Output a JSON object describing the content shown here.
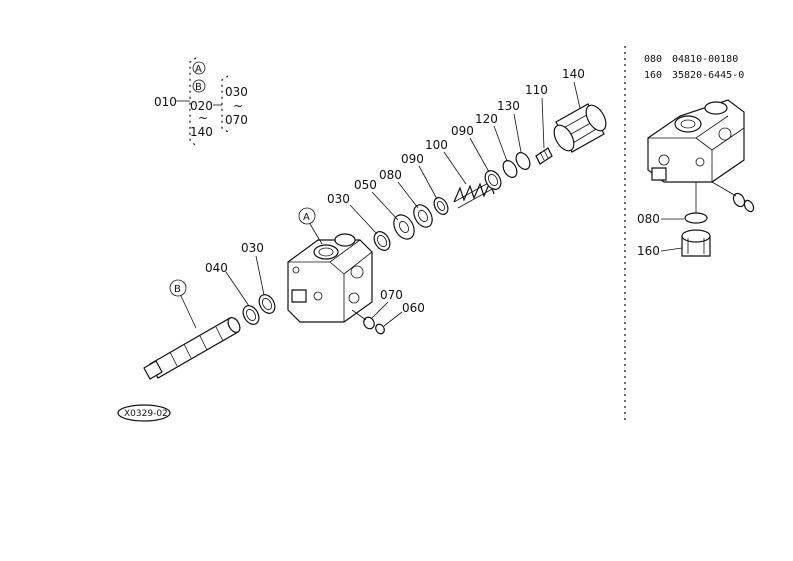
{
  "diagram": {
    "drawing_code": "X0329-02",
    "tree": {
      "root": "010",
      "mid": "020",
      "range_end": "140",
      "sub_start": "030",
      "sub_end": "070",
      "marker_a": "A",
      "marker_b": "B",
      "tilde": "~"
    },
    "parts": {
      "p030a": "030",
      "p030b": "030",
      "p040": "040",
      "p050": "050",
      "p060": "060",
      "p070": "070",
      "p080a": "080",
      "p090a": "090",
      "p090b": "090",
      "p100": "100",
      "p110": "110",
      "p120": "120",
      "p130": "130",
      "p140": "140",
      "p080b": "080",
      "p160": "160"
    },
    "markers": {
      "a": "A",
      "b": "B"
    },
    "legend": [
      {
        "code": "080",
        "part_no": "04810-00180"
      },
      {
        "code": "160",
        "part_no": "35820-6445-0"
      }
    ]
  }
}
